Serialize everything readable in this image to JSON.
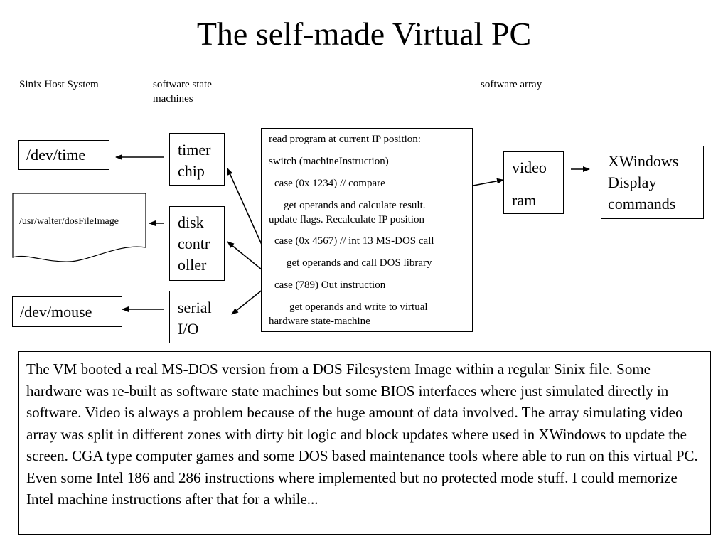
{
  "title": "The self-made Virtual PC",
  "headings": {
    "host": "Sinix Host System",
    "state_machines": "software state machines",
    "array": "software array"
  },
  "host_devices": {
    "time": "/dev/time",
    "dos_file": "/usr/walter/dosFileImage",
    "mouse": "/dev/mouse"
  },
  "state_machines": {
    "timer_line1": "timer",
    "timer_line2": "chip",
    "disk_line1": "disk",
    "disk_line2": "contr",
    "disk_line3": "oller",
    "serial_line1": "serial",
    "serial_line2": "I/O"
  },
  "program": {
    "l1": "read program at current IP position:",
    "l2": "switch (machineInstruction)",
    "l3": "case (0x 1234)  // compare",
    "l4": "get operands and calculate result.",
    "l5": "update flags. Recalculate IP position",
    "l6": "case (0x 4567) // int 13 MS-DOS call",
    "l7": "get operands and call DOS library",
    "l8": "case (789) Out instruction",
    "l9": "get operands and write to virtual",
    "l10": "hardware state-machine"
  },
  "video_ram": {
    "line1": "video",
    "line2": "ram"
  },
  "xwindows": {
    "line1": "XWindows",
    "line2": "Display",
    "line3": "commands"
  },
  "description": "The VM booted a real MS-DOS version from a DOS Filesystem Image within a regular Sinix file. Some hardware was re-built as software state machines but some BIOS interfaces where just simulated directly in software. Video is always a problem because of the huge amount of data involved. The array simulating video array was split in different zones with dirty bit logic and block updates where used in XWindows to update the screen. CGA type computer games and some DOS based maintenance tools where able to run on this virtual PC. Even some Intel 186 and 286 instructions where implemented but no protected mode stuff. I could memorize Intel machine instructions after that for a while..."
}
